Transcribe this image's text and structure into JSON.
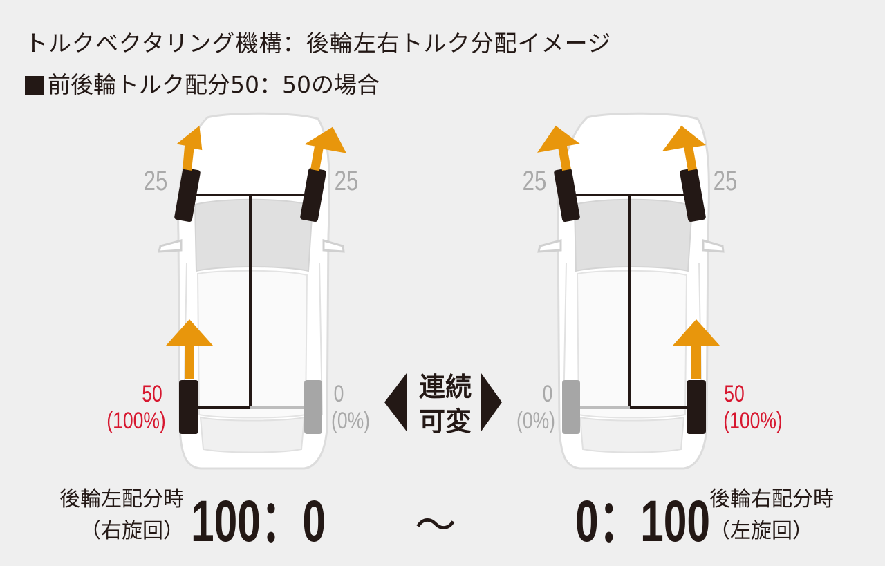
{
  "header": {
    "title": "トルクベクタリング機構：後輪左右トルク分配イメージ",
    "subtitle": "前後輪トルク配分50：50の場合"
  },
  "left_car": {
    "front_left": "25",
    "front_right": "25",
    "rear_left_value": "50",
    "rear_left_pct": "(100%)",
    "rear_right_value": "0",
    "rear_right_pct": "(0%)",
    "caption_line1": "後輪左配分時",
    "caption_line2": "（右旋回）",
    "ratio": "100：0"
  },
  "right_car": {
    "front_left": "25",
    "front_right": "25",
    "rear_left_value": "0",
    "rear_left_pct": "(0%)",
    "rear_right_value": "50",
    "rear_right_pct": "(100%)",
    "caption_line1": "後輪右配分時",
    "caption_line2": "（左旋回）",
    "ratio": "0：100"
  },
  "center": {
    "label_line1": "連続",
    "label_line2": "可変",
    "tilde": "〜"
  },
  "colors": {
    "arrow": "#e8960c",
    "highlight": "#d7172f",
    "muted": "#a9a9a9",
    "text": "#231815"
  }
}
